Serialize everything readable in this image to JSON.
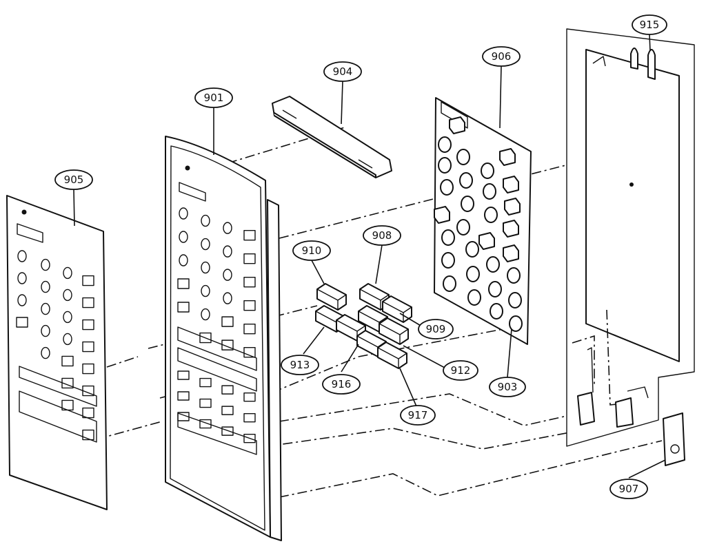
{
  "diagram": {
    "ink_color": "#111111",
    "background_color": "#ffffff",
    "callouts": {
      "c901": "901",
      "c903": "903",
      "c904": "904",
      "c905": "905",
      "c906": "906",
      "c907": "907",
      "c908": "908",
      "c909": "909",
      "c910": "910",
      "c912": "912",
      "c913": "913",
      "c915": "915",
      "c916": "916",
      "c917": "917"
    }
  }
}
